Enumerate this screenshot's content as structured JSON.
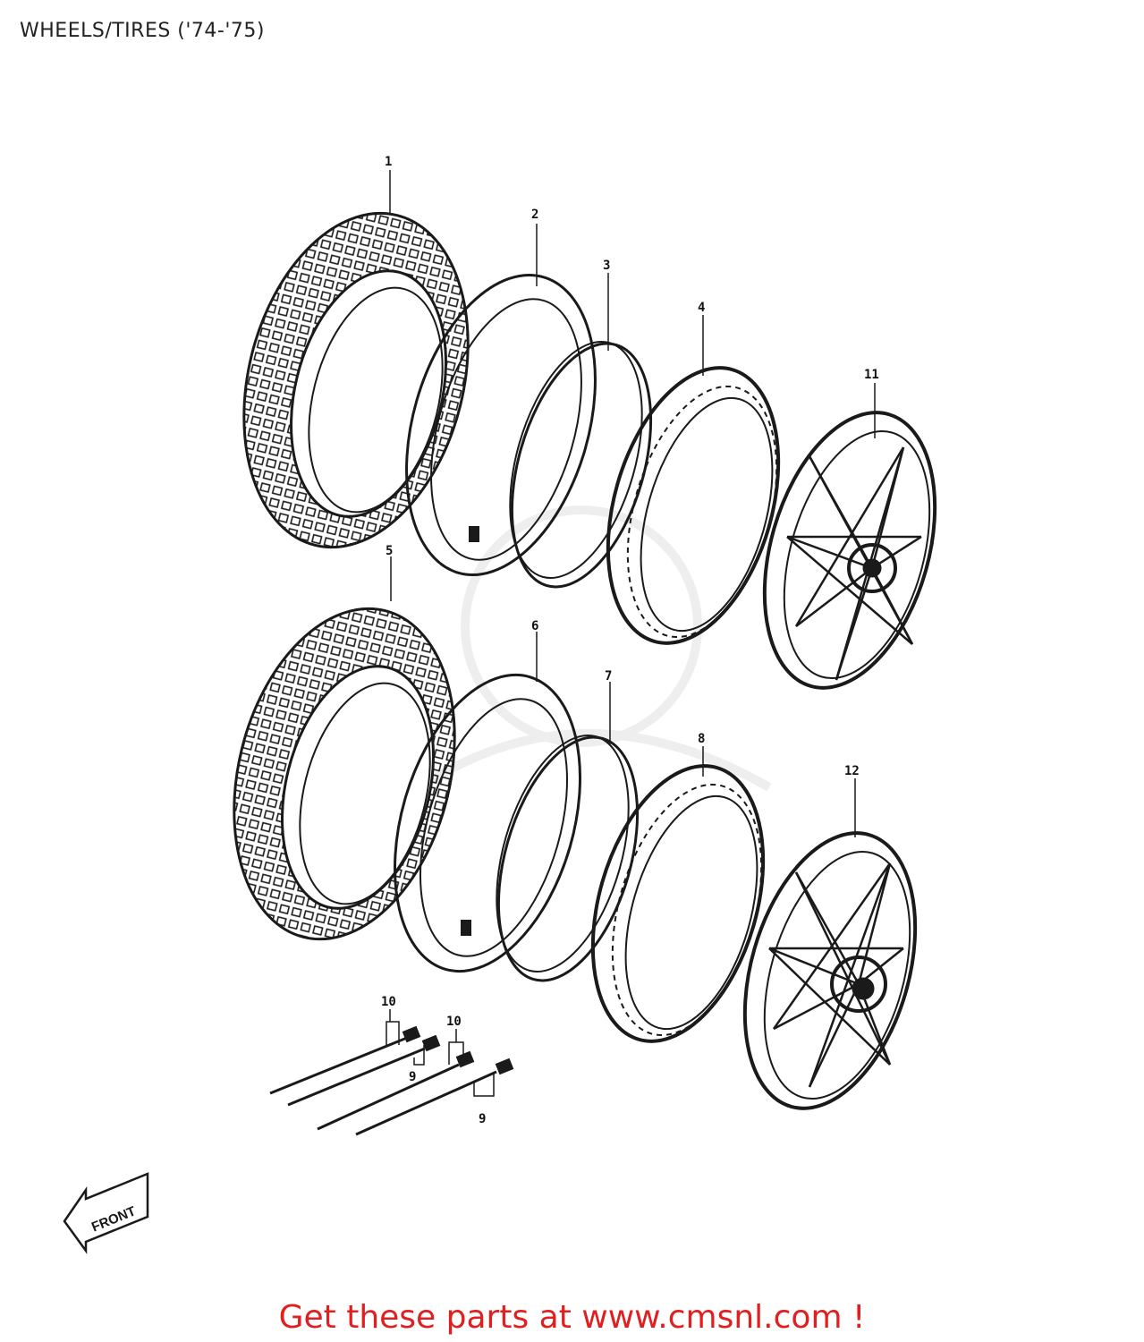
{
  "title": "WHEELS/TIRES ('74-'75)",
  "cta": "Get these parts at www.cmsnl.com !",
  "callouts": [
    {
      "id": "1",
      "part": "front-tire"
    },
    {
      "id": "2",
      "part": "front-tube"
    },
    {
      "id": "3",
      "part": "front-rim-band"
    },
    {
      "id": "4",
      "part": "front-rim"
    },
    {
      "id": "11",
      "part": "front-wheel-assembly"
    },
    {
      "id": "5",
      "part": "rear-tire"
    },
    {
      "id": "6",
      "part": "rear-tube"
    },
    {
      "id": "7",
      "part": "rear-rim-band"
    },
    {
      "id": "8",
      "part": "rear-rim"
    },
    {
      "id": "12",
      "part": "rear-wheel-assembly"
    },
    {
      "id": "10",
      "part": "spoke-set-a"
    },
    {
      "id": "9",
      "part": "nipple-set-a"
    },
    {
      "id": "10",
      "part": "spoke-set-b"
    },
    {
      "id": "9",
      "part": "nipple-set-b"
    }
  ],
  "front_arrow_label": "FRONT",
  "colors": {
    "ink": "#1a1a1a",
    "cta": "#e02020",
    "watermark": "#d9d9d9"
  }
}
